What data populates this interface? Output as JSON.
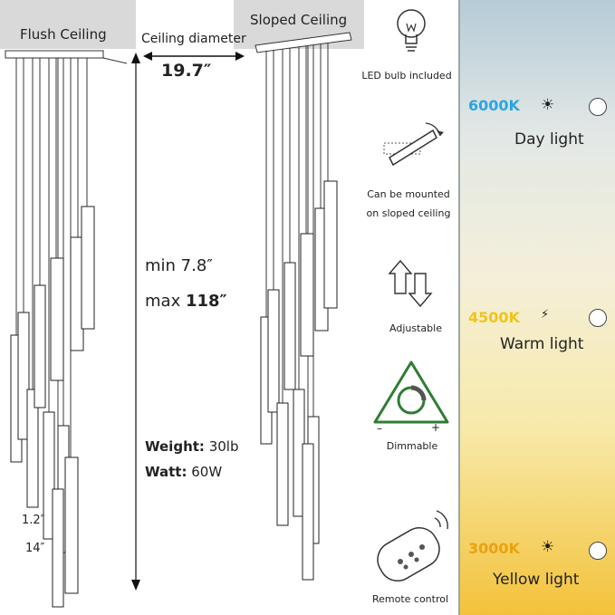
{
  "ceiling": {
    "flush_label": "Flush Ceiling",
    "sloped_label": "Sloped Ceiling",
    "diameter_label": "Ceiling diameter",
    "diameter_value": "19.7″"
  },
  "height": {
    "min_label": "min 7.8″",
    "max_prefix": "max ",
    "max_value": "118″"
  },
  "specs": {
    "weight_label": "Weight:",
    "weight_value": "30lb",
    "watt_label": "Watt:",
    "watt_value": "60W"
  },
  "tube": {
    "width": "1.2″",
    "length": "14″"
  },
  "features": {
    "bulb": "LED bulb included",
    "sloped_line1": "Can be mounted",
    "sloped_line2": "on sloped ceiling",
    "adjustable": "Adjustable",
    "dimmable": "Dimmable",
    "dim_minus": "–",
    "dim_plus": "+",
    "remote": "Remote  control"
  },
  "color_temps": [
    {
      "kelvin": "6000K",
      "name": "Day light",
      "color": "#2aa6df"
    },
    {
      "kelvin": "4500K",
      "name": "Warm light",
      "color": "#f0c419"
    },
    {
      "kelvin": "3000K",
      "name": "Yellow light",
      "color": "#e8a311"
    }
  ],
  "colors": {
    "dimmable_accent": "#2e7d32"
  }
}
